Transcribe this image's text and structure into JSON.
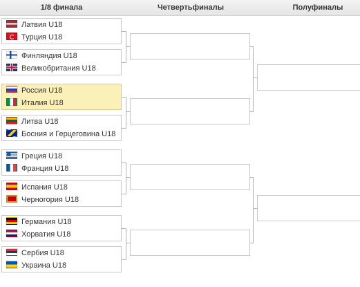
{
  "columns": {
    "r16": "1/8 финала",
    "qf": "Четвертьфиналы",
    "sf": "Полуфиналы"
  },
  "matches": [
    {
      "team1": {
        "name": "Латвия U18",
        "flag": "latvia-flag"
      },
      "team2": {
        "name": "Турция U18",
        "flag": "turkey-flag"
      },
      "highlighted": false
    },
    {
      "team1": {
        "name": "Финляндия U18",
        "flag": "finland-flag"
      },
      "team2": {
        "name": "Великобритания U18",
        "flag": "great-britain-flag"
      },
      "highlighted": false
    },
    {
      "team1": {
        "name": "Россия U18",
        "flag": "russia-flag"
      },
      "team2": {
        "name": "Италия U18",
        "flag": "italy-flag"
      },
      "highlighted": true
    },
    {
      "team1": {
        "name": "Литва U18",
        "flag": "lithuania-flag"
      },
      "team2": {
        "name": "Босния и Герцеговина U18",
        "flag": "bosnia-flag"
      },
      "highlighted": false
    },
    {
      "team1": {
        "name": "Греция U18",
        "flag": "greece-flag"
      },
      "team2": {
        "name": "Франция U18",
        "flag": "france-flag"
      },
      "highlighted": false
    },
    {
      "team1": {
        "name": "Испания U18",
        "flag": "spain-flag"
      },
      "team2": {
        "name": "Черногория U18",
        "flag": "montenegro-flag"
      },
      "highlighted": false
    },
    {
      "team1": {
        "name": "Германия U18",
        "flag": "germany-flag"
      },
      "team2": {
        "name": "Хорватия U18",
        "flag": "croatia-flag"
      },
      "highlighted": false
    },
    {
      "team1": {
        "name": "Сербия U18",
        "flag": "serbia-flag"
      },
      "team2": {
        "name": "Украина U18",
        "flag": "ukraine-flag"
      },
      "highlighted": false
    }
  ],
  "colors": {
    "highlight": "#faf0b8",
    "border": "#c8c8c8",
    "connector": "#b4b4b4"
  }
}
